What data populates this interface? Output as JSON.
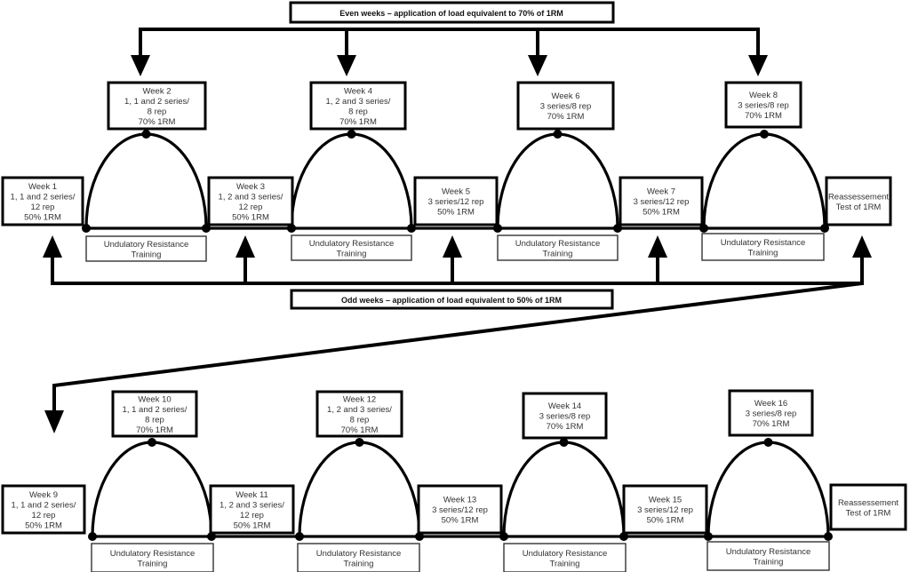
{
  "banners": {
    "even": "Even weeks – application of load equivalent to 70% of 1RM",
    "odd": "Odd weeks – application of load equivalent to 50% of 1RM"
  },
  "training_label": [
    "Undulatory Resistance",
    "Training"
  ],
  "rows": [
    {
      "peaks": [
        {
          "week": "Week 2",
          "lines": [
            "Week 2",
            "1, 1 and 2 series/",
            "8 rep",
            "70% 1RM"
          ]
        },
        {
          "week": "Week 4",
          "lines": [
            "Week 4",
            "1, 2 and 3 series/",
            "8 rep",
            "70% 1RM"
          ]
        },
        {
          "week": "Week 6",
          "lines": [
            "Week 6",
            "3 series/8 rep",
            "70% 1RM"
          ]
        },
        {
          "week": "Week 8",
          "lines": [
            "Week 8",
            "3 series/8 rep",
            "70% 1RM"
          ]
        }
      ],
      "valleys": [
        {
          "week": "Week 1",
          "lines": [
            "Week 1",
            "1, 1 and 2 series/",
            "12 rep",
            "50% 1RM"
          ]
        },
        {
          "week": "Week 3",
          "lines": [
            "Week 3",
            "1, 2 and 3 series/",
            "12 rep",
            "50% 1RM"
          ]
        },
        {
          "week": "Week 5",
          "lines": [
            "Week 5",
            "3 series/12 rep",
            "50% 1RM"
          ]
        },
        {
          "week": "Week 7",
          "lines": [
            "Week 7",
            "3 series/12 rep",
            "50% 1RM"
          ]
        },
        {
          "week": "Reassessment",
          "lines": [
            "Reassessement",
            "Test of 1RM"
          ]
        }
      ]
    },
    {
      "peaks": [
        {
          "week": "Week 10",
          "lines": [
            "Week 10",
            "1, 1 and 2 series/",
            "8 rep",
            "70% 1RM"
          ]
        },
        {
          "week": "Week 12",
          "lines": [
            "Week 12",
            "1, 2 and 3 series/",
            "8 rep",
            "70% 1RM"
          ]
        },
        {
          "week": "Week 14",
          "lines": [
            "Week 14",
            "3 series/8 rep",
            "70% 1RM"
          ]
        },
        {
          "week": "Week 16",
          "lines": [
            "Week 16",
            "3 series/8 rep",
            "70% 1RM"
          ]
        }
      ],
      "valleys": [
        {
          "week": "Week 9",
          "lines": [
            "Week 9",
            "1, 1 and 2 series/",
            "12 rep",
            "50% 1RM"
          ]
        },
        {
          "week": "Week 11",
          "lines": [
            "Week 11",
            "1, 2 and 3 series/",
            "12 rep",
            "50% 1RM"
          ]
        },
        {
          "week": "Week 13",
          "lines": [
            "Week 13",
            "3 series/12 rep",
            "50% 1RM"
          ]
        },
        {
          "week": "Week 15",
          "lines": [
            "Week 15",
            "3 series/12 rep",
            "50% 1RM"
          ]
        },
        {
          "week": "Reassessment",
          "lines": [
            "Reassessement",
            "Test of 1RM"
          ]
        }
      ]
    }
  ]
}
